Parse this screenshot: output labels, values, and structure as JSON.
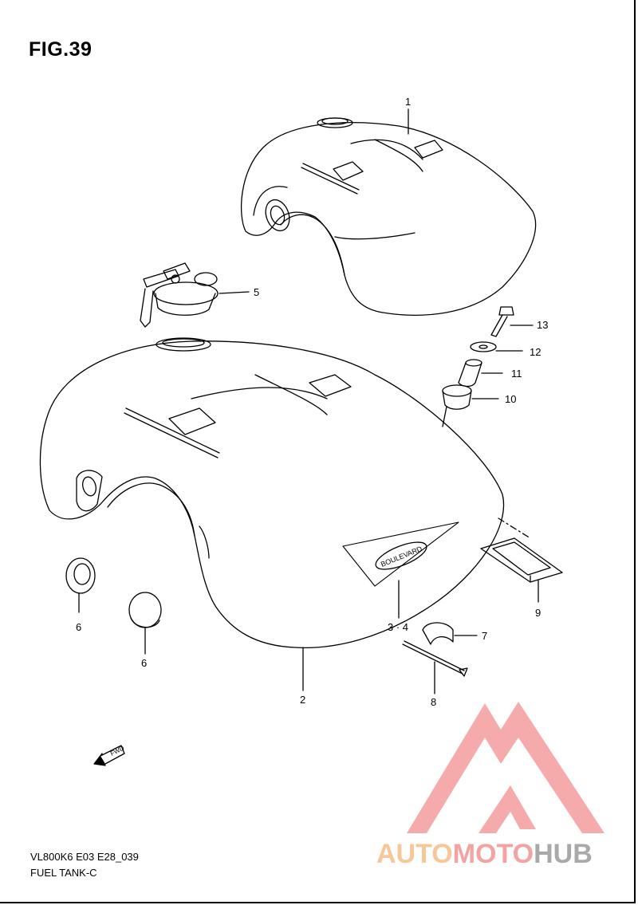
{
  "figure": {
    "title": "FIG.39",
    "model_code": "VL800K6 E03 E28_039",
    "section_name": "FUEL TANK-C"
  },
  "callouts": [
    {
      "id": "c1",
      "label": "1"
    },
    {
      "id": "c2",
      "label": "2"
    },
    {
      "id": "c34",
      "label": "3 · 4"
    },
    {
      "id": "c5",
      "label": "5"
    },
    {
      "id": "c6a",
      "label": "6"
    },
    {
      "id": "c6b",
      "label": "6"
    },
    {
      "id": "c7",
      "label": "7"
    },
    {
      "id": "c8",
      "label": "8"
    },
    {
      "id": "c9",
      "label": "9"
    },
    {
      "id": "c10",
      "label": "10"
    },
    {
      "id": "c11",
      "label": "11"
    },
    {
      "id": "c12",
      "label": "12"
    },
    {
      "id": "c13",
      "label": "13"
    }
  ],
  "fwd_marker": {
    "label": "FWD"
  },
  "emblem_text": "BOULEVARD",
  "watermark": {
    "part1": "AUTO",
    "part2": "MOTO",
    "part3": "HUB",
    "colors": {
      "part1": "#f7c79a",
      "part2": "#f4a3a3",
      "part3": "#a9a9a9",
      "logo": "#f4a3a3"
    }
  }
}
